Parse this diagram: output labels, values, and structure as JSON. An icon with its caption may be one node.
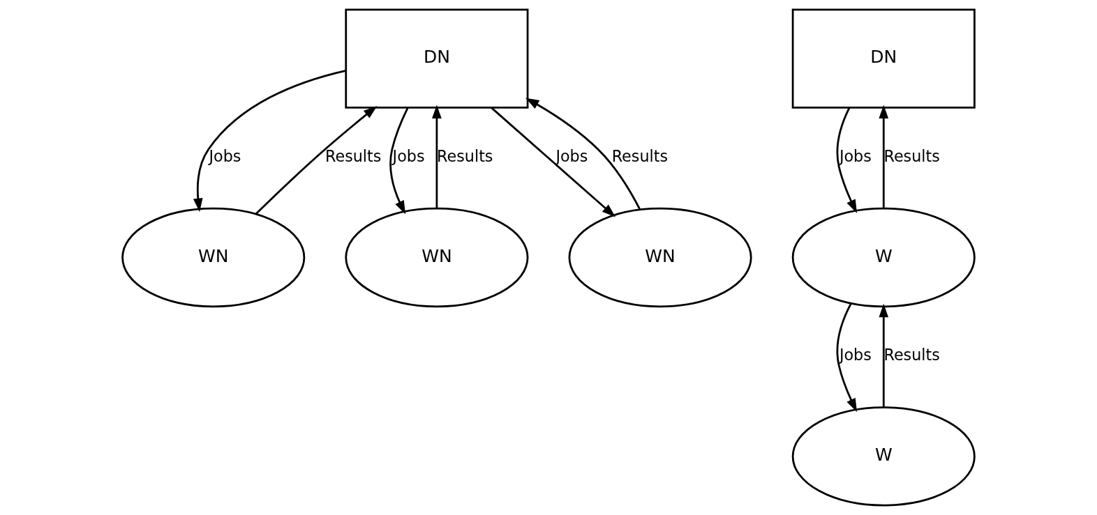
{
  "diagram": {
    "nodes": [
      {
        "text": [
          "DN"
        ]
      },
      {
        "text": [
          "WN"
        ]
      },
      {
        "text": [
          "WN"
        ]
      },
      {
        "text": [
          "WN"
        ]
      },
      {
        "text": [
          "DN"
        ]
      },
      {
        "text": [
          "W"
        ]
      },
      {
        "text": [
          "W"
        ]
      }
    ],
    "edges": [
      {
        "from": 0,
        "to": 1,
        "arrow": "to",
        "label": "Jobs"
      },
      {
        "from": 1,
        "to": 0,
        "arrow": "to",
        "label": "Results"
      },
      {
        "from": 0,
        "to": 2,
        "arrow": "to",
        "label": "Jobs"
      },
      {
        "from": 2,
        "to": 0,
        "arrow": "to",
        "label": "Results"
      },
      {
        "from": 0,
        "to": 3,
        "arrow": "to",
        "label": "Jobs"
      },
      {
        "from": 3,
        "to": 0,
        "arrow": "to",
        "label": "Results"
      },
      {
        "from": 4,
        "to": 5,
        "arrow": "to",
        "label": "Jobs"
      },
      {
        "from": 5,
        "to": 4,
        "arrow": "to",
        "label": "Results"
      },
      {
        "from": 5,
        "to": 6,
        "arrow": "to",
        "label": "Jobs"
      },
      {
        "from": 6,
        "to": 5,
        "arrow": "to",
        "label": "Results"
      }
    ]
  }
}
